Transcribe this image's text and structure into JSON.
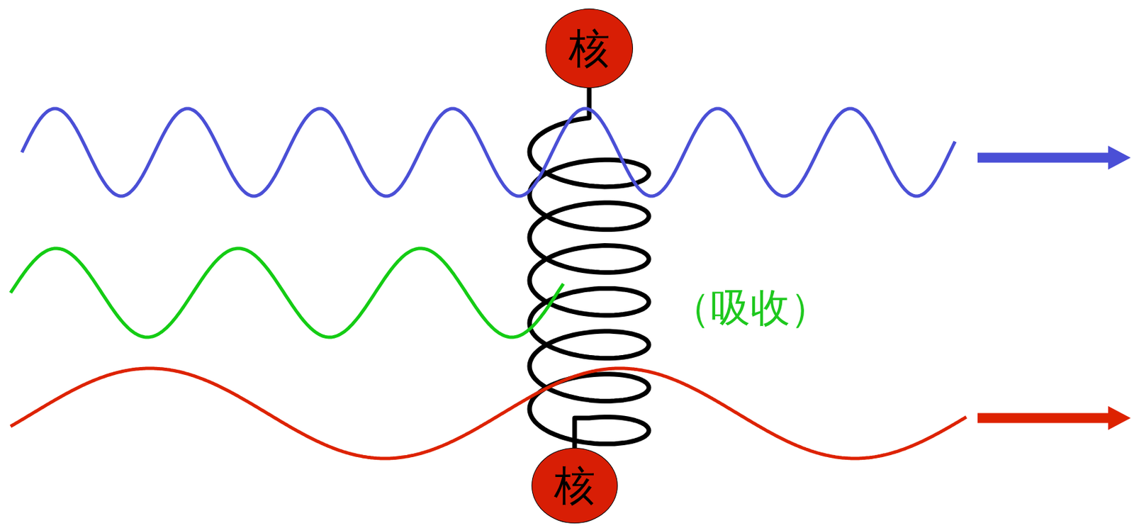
{
  "diagram": {
    "nodes": [
      {
        "text": [
          "核"
        ]
      },
      {
        "text": [
          "核"
        ]
      }
    ],
    "edges": [
      {
        "from": 0,
        "to": 1,
        "arrow": "none"
      }
    ],
    "labels": [
      "（吸收）"
    ]
  }
}
